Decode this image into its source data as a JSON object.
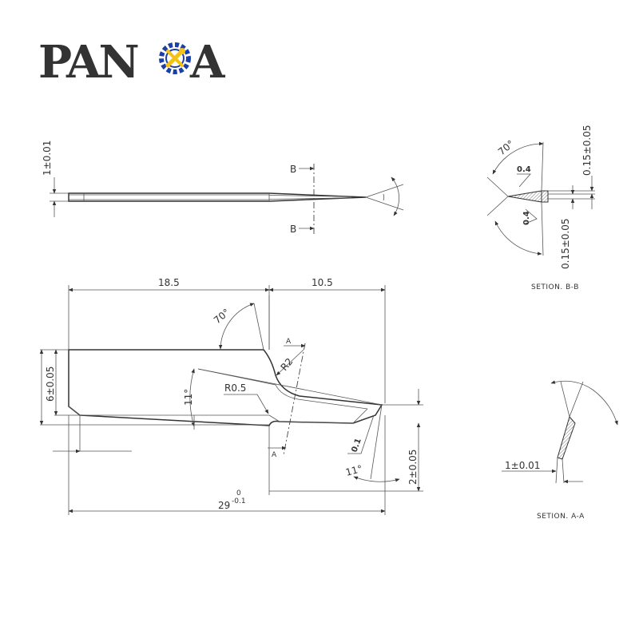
{
  "logo": {
    "text_left": "PAN",
    "text_right": "A",
    "full_text": "PANDA",
    "color_blue": "#1a3fa6",
    "color_yellow": "#f3c21a",
    "icon": "gear-wrench-icon"
  },
  "top_view": {
    "thickness_label": "1±0.01",
    "section_mark_top": "B",
    "section_mark_bottom": "B"
  },
  "section_bb": {
    "angle_label": "70°",
    "radius_top": "0.4",
    "radius_bottom": "0.4",
    "dim_top": "0.15±0.05",
    "dim_bottom": "0.15±0.05",
    "caption": "SETION. B-B"
  },
  "front_view": {
    "dim_left_top": "18.5",
    "dim_right_top": "10.5",
    "angle_top": "70°",
    "radius_notch": "R2",
    "radius_small": "R0.5",
    "angle_left": "11°",
    "height_label": "6±0.05",
    "section_a_top": "A",
    "section_a_bottom": "A",
    "tip_radius": "0.1",
    "angle_tip": "11°",
    "dim_right_height": "2±0.05",
    "length_main": "29",
    "length_tol_upper": "0",
    "length_tol_lower": "-0.1"
  },
  "section_aa": {
    "thickness_label": "1±0.01",
    "caption": "SETION. A-A"
  },
  "colors": {
    "line": "#444444",
    "text": "#333333",
    "hatch": "#9a9a9a"
  }
}
